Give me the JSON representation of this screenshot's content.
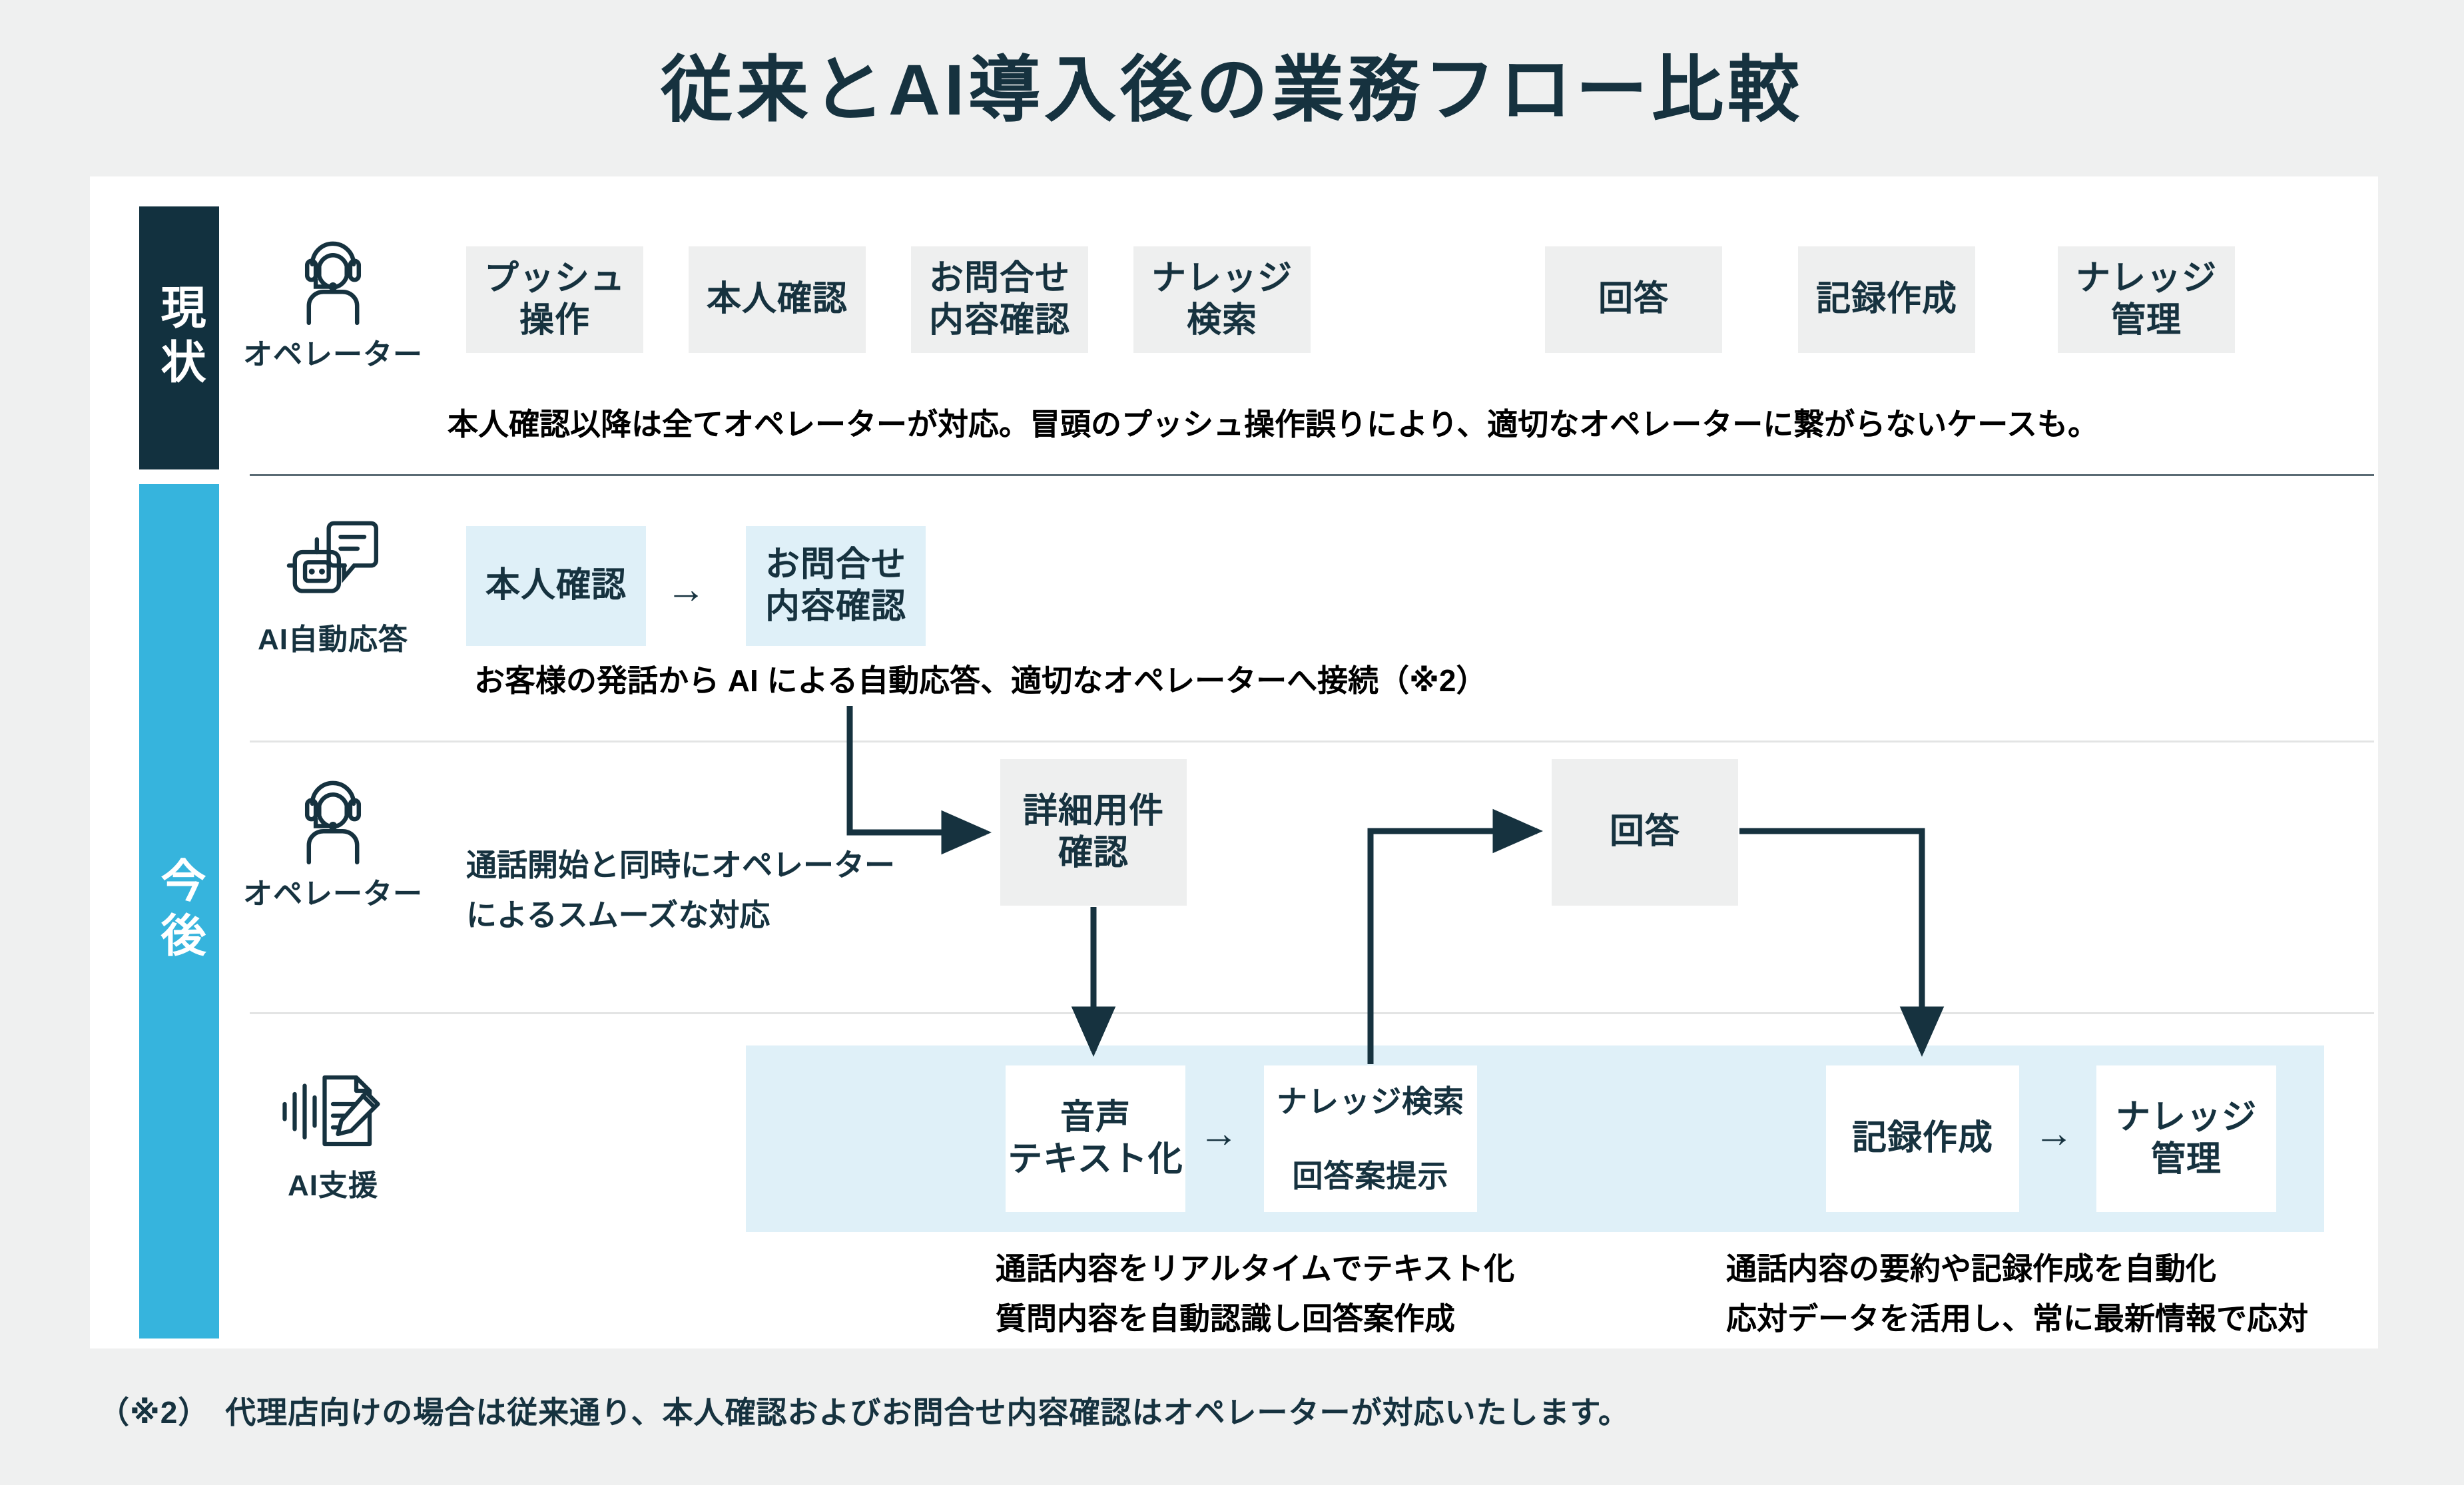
{
  "page": {
    "title": "従来とAI導入後の業務フロー比較",
    "footnote": "（※2）　代理店向けの場合は従来通り、本人確認およびお問合せ内容確認はオペレーターが対応いたします。"
  },
  "colors": {
    "background": "#eff0f0",
    "card": "#ffffff",
    "navy": "#12313f",
    "cyan": "#36b4dd",
    "box_grey": "#eeefef",
    "box_blue": "#dff0f8",
    "text_dark": "#16323f",
    "connector": "#16323f"
  },
  "bands": {
    "current": {
      "label": "現状"
    },
    "future": {
      "label": "今後"
    }
  },
  "rows": {
    "current_operator": {
      "role_label": "オペレーター",
      "icon": "operator-headset-icon",
      "boxes": [
        {
          "label": "プッシュ\n操作"
        },
        {
          "label": "本人確認"
        },
        {
          "label": "お問合せ\n内容確認"
        },
        {
          "label": "ナレッジ\n検索"
        },
        {
          "label": "回答"
        },
        {
          "label": "記録作成"
        },
        {
          "label": "ナレッジ\n管理"
        }
      ],
      "caption": "本人確認以降は全てオペレーターが対応。冒頭のプッシュ操作誤りにより、適切なオペレーターに繋がらないケースも。"
    },
    "ai_auto": {
      "role_label": "AI自動応答",
      "icon": "chatbot-icon",
      "boxes": [
        {
          "label": "本人確認"
        },
        {
          "label": "お問合せ\n内容確認"
        }
      ],
      "arrow": "→",
      "caption": "お客様の発話から AI による自動応答、適切なオペレーターへ接続（※2）"
    },
    "future_operator": {
      "role_label": "オペレーター",
      "icon": "operator-headset-icon",
      "caption": "通話開始と同時にオペレーター\nによるスムーズな対応",
      "boxes": [
        {
          "label": "詳細用件\n確認"
        },
        {
          "label": "回答"
        }
      ]
    },
    "ai_support": {
      "role_label": "AI支援",
      "icon": "voice-document-pencil-icon",
      "boxes": [
        {
          "label": "音声\nテキスト化"
        },
        {
          "label": "ナレッジ検索\n\n回答案提示"
        },
        {
          "label": "記録作成"
        },
        {
          "label": "ナレッジ\n管理"
        }
      ],
      "arrow": "→",
      "caption_left": "通話内容をリアルタイムでテキスト化\n質問内容を自動認識し回答案作成",
      "caption_right": "通話内容の要約や記録作成を自動化\n応対データを活用し、常に最新情報で応対"
    }
  }
}
